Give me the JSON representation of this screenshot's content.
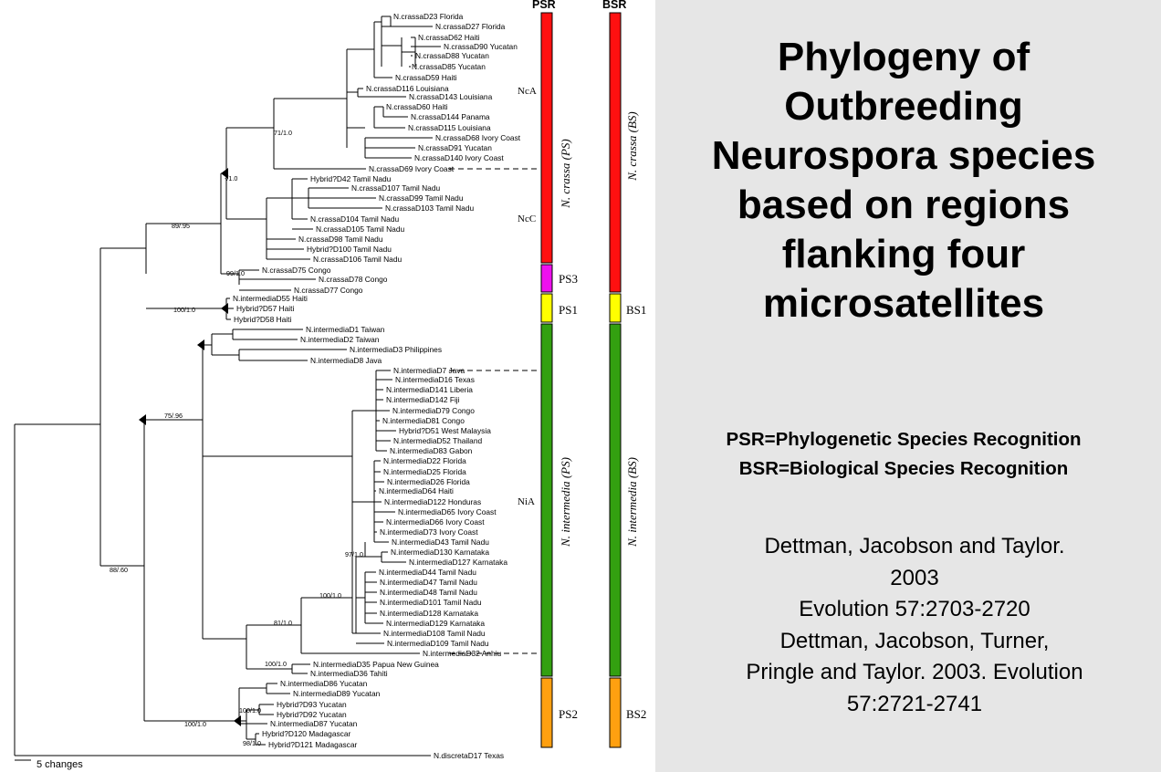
{
  "title": "Phylogeny of Outbreeding Neurospora species based on regions flanking four microsatellites",
  "definitions": {
    "psr": "PSR=Phylogenetic Species Recognition",
    "bsr": "BSR=Biological Species Recognition"
  },
  "references": [
    "Dettman, Jacobson and Taylor.",
    "2003",
    "Evolution 57:2703-2720",
    "Dettman, Jacobson, Turner,",
    "Pringle and Taylor. 2003. Evolution",
    "57:2721-2741"
  ],
  "columns": {
    "psr": "PSR",
    "bsr": "BSR"
  },
  "scale_bar": "5 changes",
  "colors": {
    "red": "#ff1010",
    "magenta": "#ee10ee",
    "yellow": "#ffff00",
    "green": "#33a010",
    "orange": "#ffa010",
    "background": "#e6e6e6"
  },
  "taxa": [
    "N.crassaD23 Florida",
    "N.crassaD27 Florida",
    "N.crassaD62 Haiti",
    "N.crassaD90 Yucatan",
    "N.crassaD88 Yucatan",
    "N.crassaD85 Yucatan",
    "N.crassaD59 Haiti",
    "N.crassaD116 Louisiana",
    "N.crassaD143 Louisiana",
    "N.crassaD60 Haiti",
    "N.crassaD144 Panama",
    "N.crassaD115 Louisiana",
    "N.crassaD68 Ivory Coast",
    "N.crassaD91 Yucatan",
    "N.crassaD140 Ivory Coast",
    "N.crassaD69 Ivory Coast",
    "Hybrid?D42 Tamil Nadu",
    "N.crassaD107 Tamil Nadu",
    "N.crassaD99 Tamil Nadu",
    "N.crassaD103 Tamil Nadu",
    "N.crassaD104 Tamil Nadu",
    "N.crassaD105 Tamil Nadu",
    "N.crassaD98 Tamil Nadu",
    "Hybrid?D100 Tamil Nadu",
    "N.crassaD106 Tamil Nadu",
    "N.crassaD75 Congo",
    "N.crassaD78 Congo",
    "N.crassaD77 Congo",
    "N.intermediaD55 Haiti",
    "Hybrid?D57 Haiti",
    "Hybrid?D58 Haiti",
    "N.intermediaD1 Taiwan",
    "N.intermediaD2 Taiwan",
    "N.intermediaD3 Philippines",
    "N.intermediaD8 Java",
    "N.intermediaD7 Java",
    "N.intermediaD16 Texas",
    "N.intermediaD141 Liberia",
    "N.intermediaD142 Fiji",
    "N.intermediaD79 Congo",
    "N.intermediaD81 Congo",
    "Hybrid?D51 West Malaysia",
    "N.intermediaD52 Thailand",
    "N.intermediaD83 Gabon",
    "N.intermediaD22 Florida",
    "N.intermediaD25 Florida",
    "N.intermediaD26 Florida",
    "N.intermediaD64 Haiti",
    "N.intermediaD122 Honduras",
    "N.intermediaD65 Ivory Coast",
    "N.intermediaD66 Ivory Coast",
    "N.intermediaD73 Ivory Coast",
    "N.intermediaD43 Tamil Nadu",
    "N.intermediaD130 Karnataka",
    "N.intermediaD127 Karnataka",
    "N.intermediaD44 Tamil Nadu",
    "N.intermediaD47 Tamil Nadu",
    "N.intermediaD48 Tamil Nadu",
    "N.intermediaD101 Tamil Nadu",
    "N.intermediaD128 Karnataka",
    "N.intermediaD129 Karnataka",
    "N.intermediaD108 Tamil Nadu",
    "N.intermediaD109 Tamil Nadu",
    "N.intermediaD32 Anhiu",
    "N.intermediaD35 Papua New Guinea",
    "N.intermediaD36 Tahiti",
    "N.intermediaD86 Yucatan",
    "N.intermediaD89 Yucatan",
    "Hybrid?D93 Yucatan",
    "Hybrid?D92 Yucatan",
    "N.intermediaD87 Yucatan",
    "Hybrid?D120 Madagascar",
    "Hybrid?D121 Madagascar",
    "N.discretaD17 Texas"
  ],
  "support_values": [
    "71/1.0",
    "-/1.0",
    "89/.95",
    "99/1.0",
    "100/1.0",
    "75/.96",
    "88/.60",
    "97/1.0",
    "100/1.0",
    "81/1.0",
    "100/1.0",
    "100/1.0",
    "100/1.0",
    "98/1.0"
  ],
  "clades": [
    "NcA",
    "NcC",
    "NiA"
  ],
  "psr_groups": [
    {
      "label": "N. crassa (PS)",
      "color": "red"
    },
    {
      "label": "PS3",
      "color": "magenta"
    },
    {
      "label": "PS1",
      "color": "yellow"
    },
    {
      "label": "N. intermedia (PS)",
      "color": "green"
    },
    {
      "label": "PS2",
      "color": "orange"
    }
  ],
  "bsr_groups": [
    {
      "label": "N. crassa (BS)",
      "color": "red"
    },
    {
      "label": "BS1",
      "color": "yellow"
    },
    {
      "label": "N. intermedia (BS)",
      "color": "green"
    },
    {
      "label": "BS2",
      "color": "orange"
    }
  ]
}
